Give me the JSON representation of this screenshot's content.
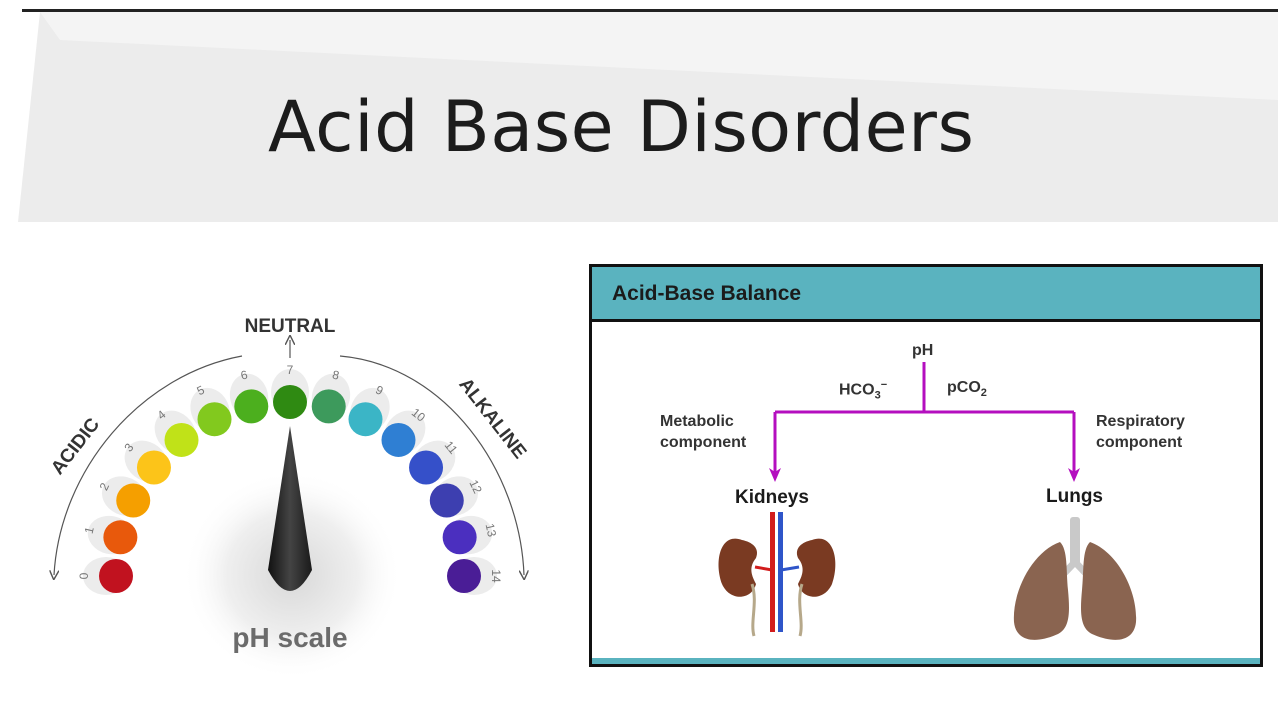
{
  "slide": {
    "title": "Acid Base Disorders"
  },
  "ph_scale": {
    "caption": "pH scale",
    "neutral_label": "NEUTRAL",
    "acidic_label": "ACIDIC",
    "alkaline_label": "ALKALINE",
    "levels": [
      {
        "value": "0",
        "color": "#c1121f"
      },
      {
        "value": "1",
        "color": "#e8590c"
      },
      {
        "value": "2",
        "color": "#f59f00"
      },
      {
        "value": "3",
        "color": "#fcc419"
      },
      {
        "value": "4",
        "color": "#c0e218"
      },
      {
        "value": "5",
        "color": "#82c91e"
      },
      {
        "value": "6",
        "color": "#4caf1e"
      },
      {
        "value": "7",
        "color": "#2f8a12"
      },
      {
        "value": "8",
        "color": "#3d9a5c"
      },
      {
        "value": "9",
        "color": "#3bb5c6"
      },
      {
        "value": "10",
        "color": "#2f7fd3"
      },
      {
        "value": "11",
        "color": "#3550c9"
      },
      {
        "value": "12",
        "color": "#3d3fb0"
      },
      {
        "value": "13",
        "color": "#4b2fbf"
      },
      {
        "value": "14",
        "color": "#4a1d96"
      }
    ]
  },
  "balance": {
    "header": "Acid-Base Balance",
    "ph": "pH",
    "hco3": "HCO",
    "hco3_sub": "3",
    "hco3_sup": "−",
    "pco2": "pCO",
    "pco2_sub": "2",
    "metabolic_line1": "Metabolic",
    "metabolic_line2": "component",
    "respiratory_line1": "Respiratory",
    "respiratory_line2": "component",
    "kidneys": "Kidneys",
    "lungs": "Lungs",
    "colors": {
      "header": "#5ab3bf",
      "arrow": "#b40fbf"
    }
  }
}
